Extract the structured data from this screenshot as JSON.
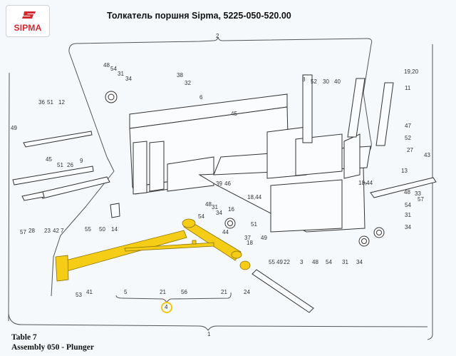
{
  "header": {
    "brand": "SIPMA",
    "brand_color": "#d12a2f",
    "title": "Толкатель поршня Sipma, 5225-050-520.00"
  },
  "caption": {
    "table": "Table 7",
    "assembly": "Assembly 050 - Plunger"
  },
  "highlight": {
    "color": "#f5cc16",
    "selected_callout": "4",
    "highlighted_parts": [
      "5",
      "21",
      "56"
    ]
  },
  "callouts": [
    {
      "id": "c2",
      "text": "2"
    },
    {
      "id": "c48a",
      "text": "48"
    },
    {
      "id": "c54a",
      "text": "54"
    },
    {
      "id": "c31a",
      "text": "31"
    },
    {
      "id": "c34a",
      "text": "34"
    },
    {
      "id": "c38",
      "text": "38"
    },
    {
      "id": "c32",
      "text": "32"
    },
    {
      "id": "c6",
      "text": "6"
    },
    {
      "id": "c45a",
      "text": "45"
    },
    {
      "id": "c8",
      "text": "8"
    },
    {
      "id": "c52a",
      "text": "52"
    },
    {
      "id": "c30",
      "text": "30"
    },
    {
      "id": "c40",
      "text": "40"
    },
    {
      "id": "c1920",
      "text": "19,20"
    },
    {
      "id": "c11",
      "text": "11"
    },
    {
      "id": "c36",
      "text": "36"
    },
    {
      "id": "c51a",
      "text": "51"
    },
    {
      "id": "c12",
      "text": "12"
    },
    {
      "id": "c49a",
      "text": "49"
    },
    {
      "id": "c45b",
      "text": "45"
    },
    {
      "id": "c51b",
      "text": "51"
    },
    {
      "id": "c26",
      "text": "26"
    },
    {
      "id": "c9",
      "text": "9"
    },
    {
      "id": "c47",
      "text": "47"
    },
    {
      "id": "c52b",
      "text": "52"
    },
    {
      "id": "c27",
      "text": "27"
    },
    {
      "id": "c43",
      "text": "43"
    },
    {
      "id": "c13",
      "text": "13"
    },
    {
      "id": "c1844a",
      "text": "18,44"
    },
    {
      "id": "c1844b",
      "text": "18,44"
    },
    {
      "id": "c39",
      "text": "39"
    },
    {
      "id": "c46",
      "text": "46"
    },
    {
      "id": "c48b",
      "text": "48"
    },
    {
      "id": "c33",
      "text": "33"
    },
    {
      "id": "c57a",
      "text": "57"
    },
    {
      "id": "c54b",
      "text": "54"
    },
    {
      "id": "c31b",
      "text": "31"
    },
    {
      "id": "c34b",
      "text": "34"
    },
    {
      "id": "c57b",
      "text": "57"
    },
    {
      "id": "c28",
      "text": "28"
    },
    {
      "id": "c23",
      "text": "23"
    },
    {
      "id": "c42",
      "text": "42"
    },
    {
      "id": "c7",
      "text": "7"
    },
    {
      "id": "c55a",
      "text": "55"
    },
    {
      "id": "c50",
      "text": "50"
    },
    {
      "id": "c14",
      "text": "14"
    },
    {
      "id": "c48c",
      "text": "48"
    },
    {
      "id": "c31c",
      "text": "31"
    },
    {
      "id": "c54c",
      "text": "54"
    },
    {
      "id": "c34c",
      "text": "34"
    },
    {
      "id": "c16",
      "text": "16"
    },
    {
      "id": "c44",
      "text": "44"
    },
    {
      "id": "c51c",
      "text": "51"
    },
    {
      "id": "c37",
      "text": "37"
    },
    {
      "id": "c49b",
      "text": "49"
    },
    {
      "id": "c18",
      "text": "18"
    },
    {
      "id": "c55b",
      "text": "55"
    },
    {
      "id": "c49c",
      "text": "49"
    },
    {
      "id": "c22",
      "text": "22"
    },
    {
      "id": "c3",
      "text": "3"
    },
    {
      "id": "c48d",
      "text": "48"
    },
    {
      "id": "c54d",
      "text": "54"
    },
    {
      "id": "c31d",
      "text": "31"
    },
    {
      "id": "c34d",
      "text": "34"
    },
    {
      "id": "c53",
      "text": "53"
    },
    {
      "id": "c41",
      "text": "41"
    },
    {
      "id": "c5",
      "text": "5"
    },
    {
      "id": "c21a",
      "text": "21"
    },
    {
      "id": "c56",
      "text": "56"
    },
    {
      "id": "c21b",
      "text": "21"
    },
    {
      "id": "c24",
      "text": "24"
    },
    {
      "id": "c4",
      "text": "4"
    },
    {
      "id": "c1",
      "text": "1"
    }
  ]
}
